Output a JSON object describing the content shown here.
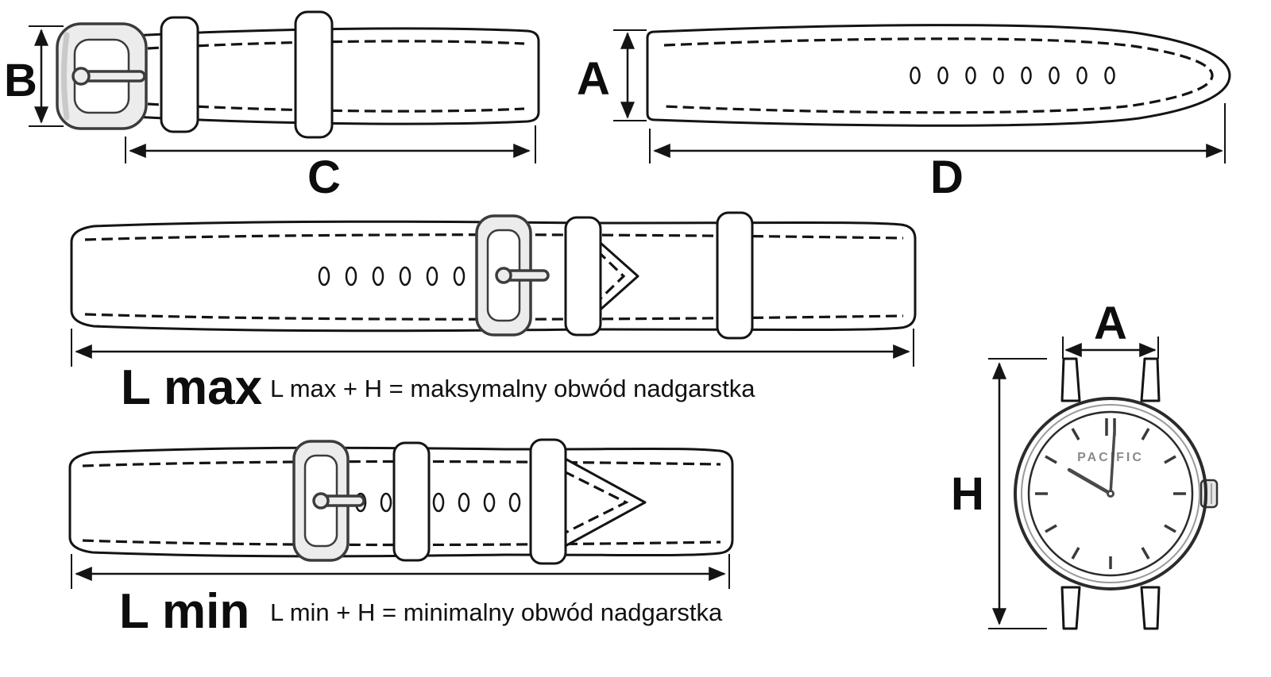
{
  "labels": {
    "buckle_height": "B",
    "buckle_piece_length": "C",
    "strap_width": "A",
    "hole_piece_length": "D",
    "watch_lug_width": "A",
    "watch_height": "H"
  },
  "lmax": {
    "label": "L max",
    "formula": "L max + H  = maksymalny obwód nadgarstka"
  },
  "lmin": {
    "label": "L min",
    "formula": "L min + H  = minimalny obwód nadgarstka"
  },
  "watch": {
    "brand": "PACIFIC"
  },
  "colors": {
    "line": "#141414",
    "metal": "#ececec",
    "background": "#ffffff"
  }
}
